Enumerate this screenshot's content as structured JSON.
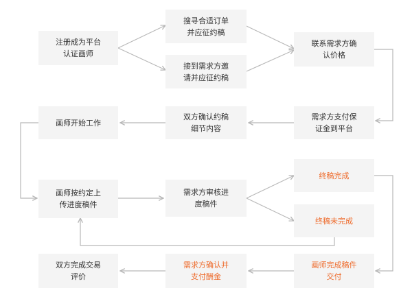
{
  "colors": {
    "box": "#f4f4f4",
    "text": "#333333",
    "accent": "#ee6a2a",
    "line": "#b8b8b8"
  },
  "nodes": {
    "register": "注册成为平台\n认证画师",
    "search": "搜寻合适订单\n并应征约稿",
    "invited": "接到需求方邀\n请并应征约稿",
    "contact": "联系需求方确\n认价格",
    "deposit": "需求方支付保\n证金到平台",
    "confirm": "双方确认约稿\n细节内容",
    "start": "画师开始工作",
    "upload": "画师按约定上\n传进度稿件",
    "review": "需求方审核进\n度稿件",
    "draft_done": "终稿完成",
    "draft_undone": "终稿未完成",
    "deliver": "画师完成稿件\n交付",
    "pay": "需求方确认并\n支付酬金",
    "rate": "双方完成交易\n评价"
  }
}
